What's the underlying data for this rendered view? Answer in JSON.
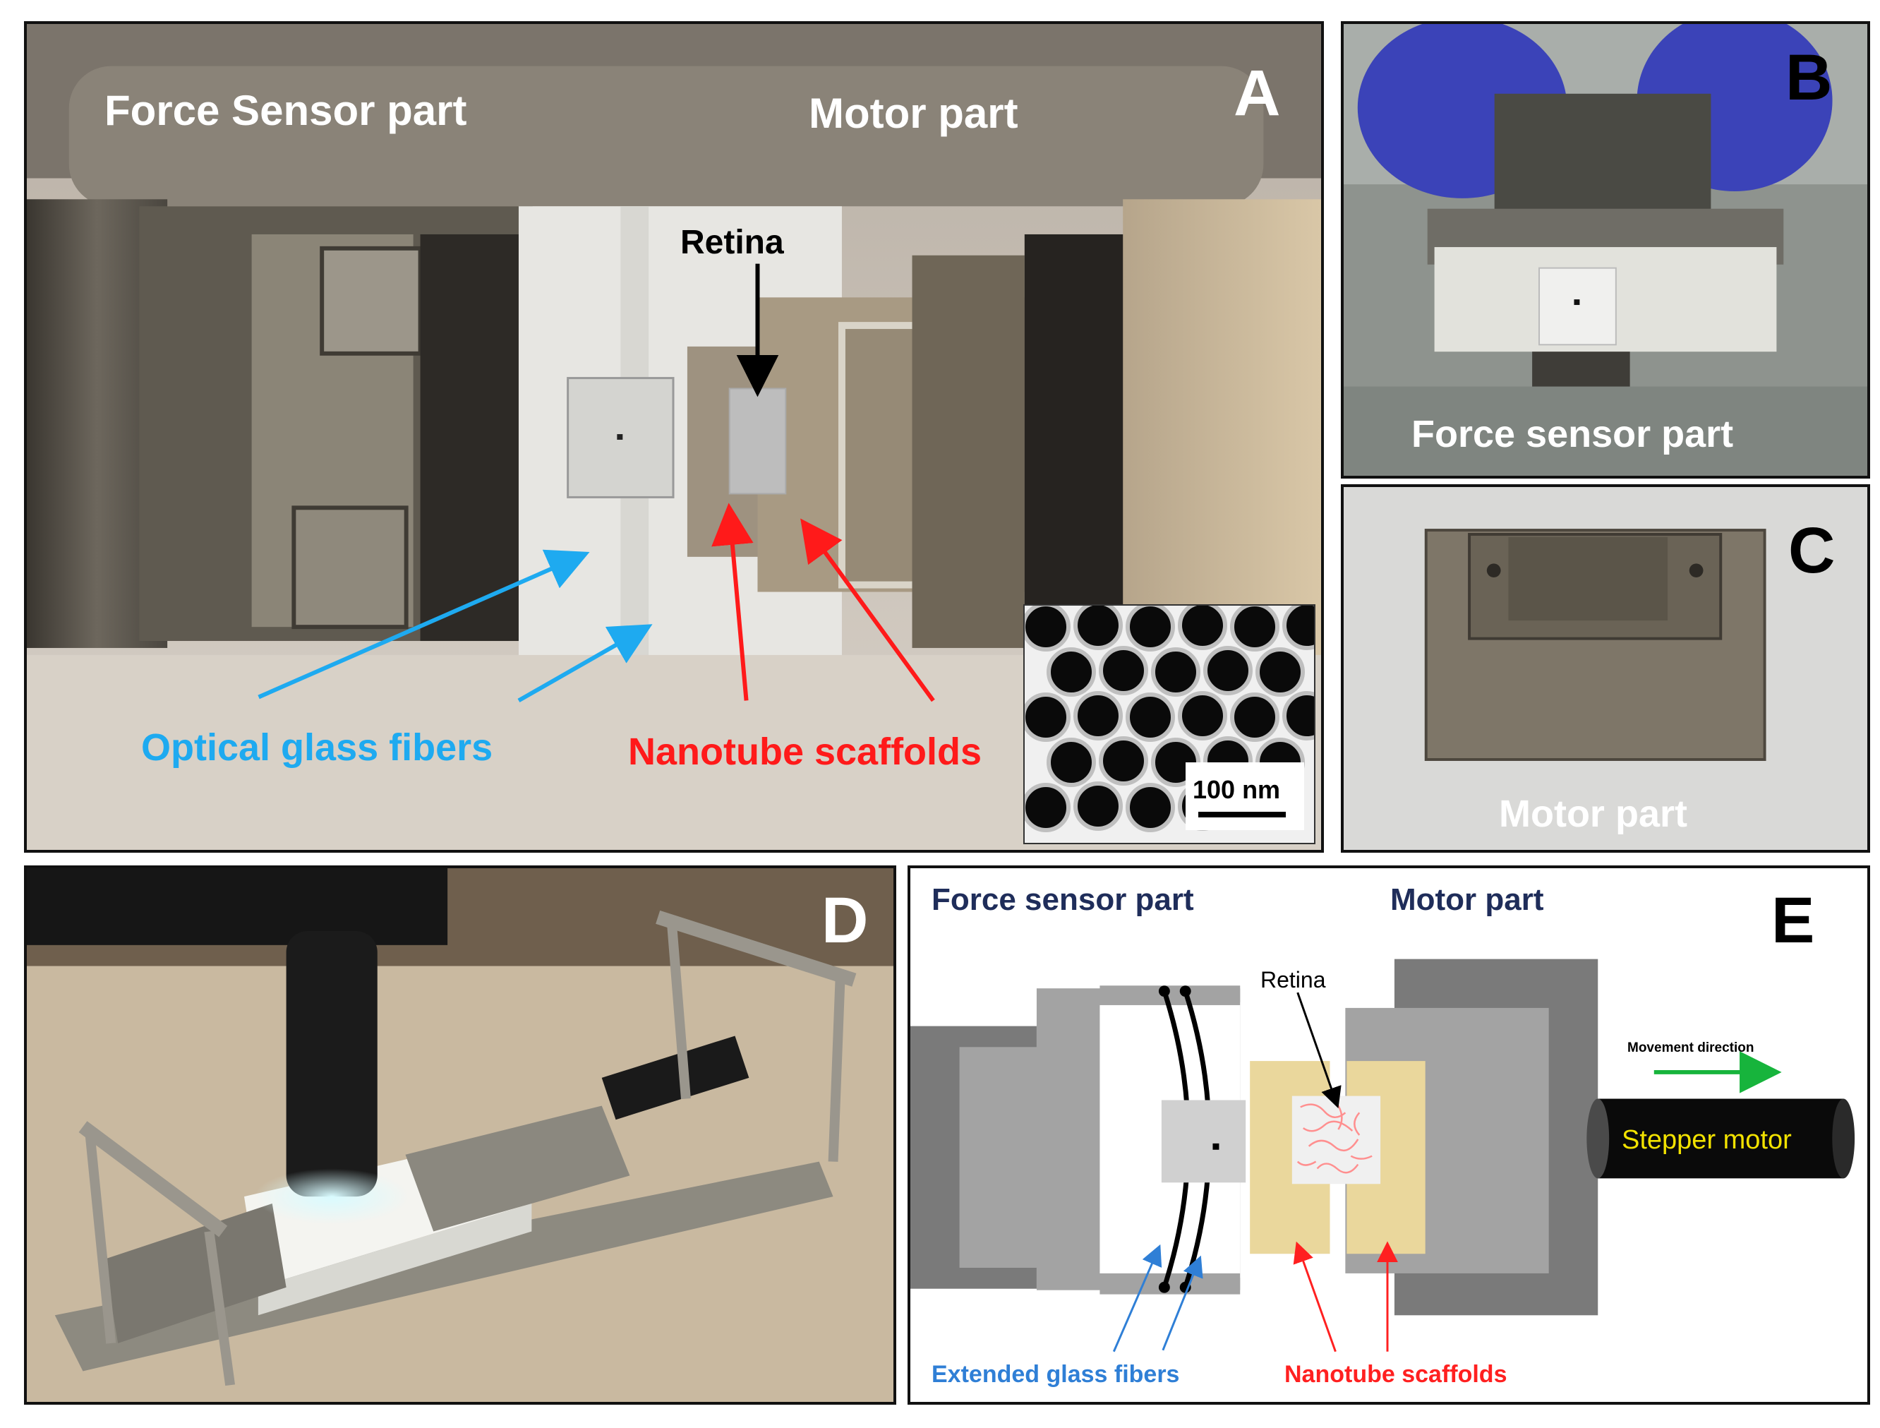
{
  "panels": {
    "a": {
      "letter": "A",
      "force_sensor_label": "Force Sensor part",
      "motor_label": "Motor part",
      "retina_label": "Retina",
      "fibers_label": "Optical glass fibers",
      "scaffolds_label": "Nanotube scaffolds",
      "scale_bar_label": "100 nm"
    },
    "b": {
      "letter": "B",
      "caption": "Force sensor part"
    },
    "c": {
      "letter": "C",
      "caption": "Motor part"
    },
    "d": {
      "letter": "D"
    },
    "e": {
      "letter": "E",
      "force_sensor_label": "Force sensor part",
      "motor_label": "Motor part",
      "retina_label": "Retina",
      "movement_label": "Movement direction",
      "stepper_label": "Stepper motor",
      "fibers_label": "Extended glass fibers",
      "scaffolds_label": "Nanotube scaffolds"
    }
  },
  "colors": {
    "fiber_blue": "#1eaaf0",
    "scaffold_red": "#ff1a1a",
    "navy": "#1f2d5a",
    "diagram_blue": "#2f7fd6",
    "diagram_red": "#ff2020",
    "scaffold_tan": "#ead79c",
    "arrow_green": "#17b43c",
    "stepper_text": "#f2e200"
  }
}
